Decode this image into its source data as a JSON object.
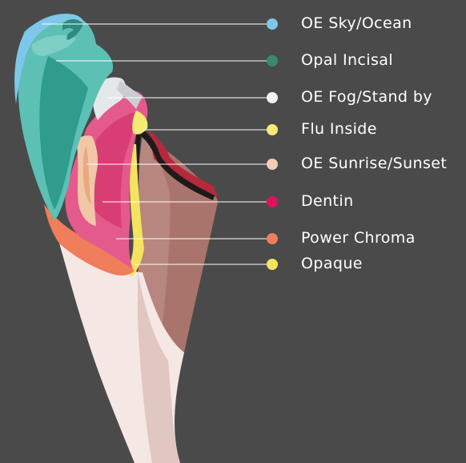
{
  "layers": [
    {
      "label": "OE Sky/Ocean",
      "color": "#7dc8ea"
    },
    {
      "label": "Opal Incisal",
      "color": "#3a8a73"
    },
    {
      "label": "OE Fog/Stand by",
      "color": "#f2f2f2"
    },
    {
      "label": "Flu Inside",
      "color": "#f5ea75"
    },
    {
      "label": "OE Sunrise/Sunset",
      "color": "#f6cbb6"
    },
    {
      "label": "Dentin",
      "color": "#e0115f"
    },
    {
      "label": "Power Chroma",
      "color": "#f07d5b"
    },
    {
      "label": "Opaque",
      "color": "#f5e25e"
    }
  ]
}
